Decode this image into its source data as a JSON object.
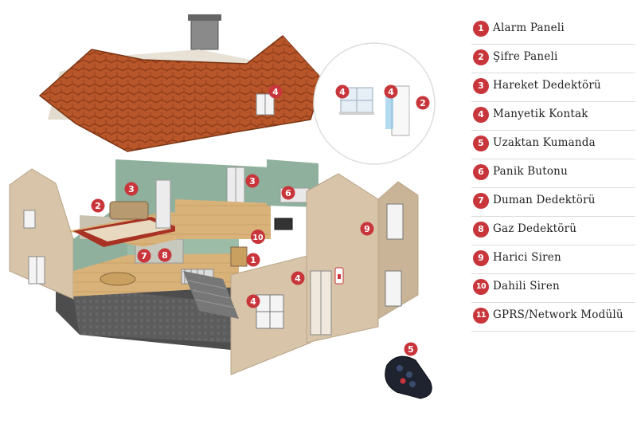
{
  "legend": {
    "items": [
      {
        "number": "1",
        "label": "Alarm Paneli"
      },
      {
        "number": "2",
        "label": "Şifre Paneli"
      },
      {
        "number": "3",
        "label": "Hareket Dedektörü"
      },
      {
        "number": "4",
        "label": "Manyetik Kontak"
      },
      {
        "number": "5",
        "label": "Uzaktan Kumanda"
      },
      {
        "number": "6",
        "label": "Panik Butonu"
      },
      {
        "number": "7",
        "label": "Duman Dedektörü"
      },
      {
        "number": "8",
        "label": "Gaz Dedektörü"
      },
      {
        "number": "9",
        "label": "Harici Siren"
      },
      {
        "number": "10",
        "label": "Dahili Siren"
      },
      {
        "number": "11",
        "label": "GPRS/Network Modülü"
      }
    ]
  },
  "scene": {
    "markers": [
      "1",
      "2",
      "3",
      "4",
      "5",
      "6",
      "7",
      "8",
      "9",
      "10"
    ]
  },
  "colors": {
    "badge": "#c8363b",
    "roof": "#b8562a",
    "wall": "#d8c4a8",
    "interior_wall": "#8fb09c"
  }
}
